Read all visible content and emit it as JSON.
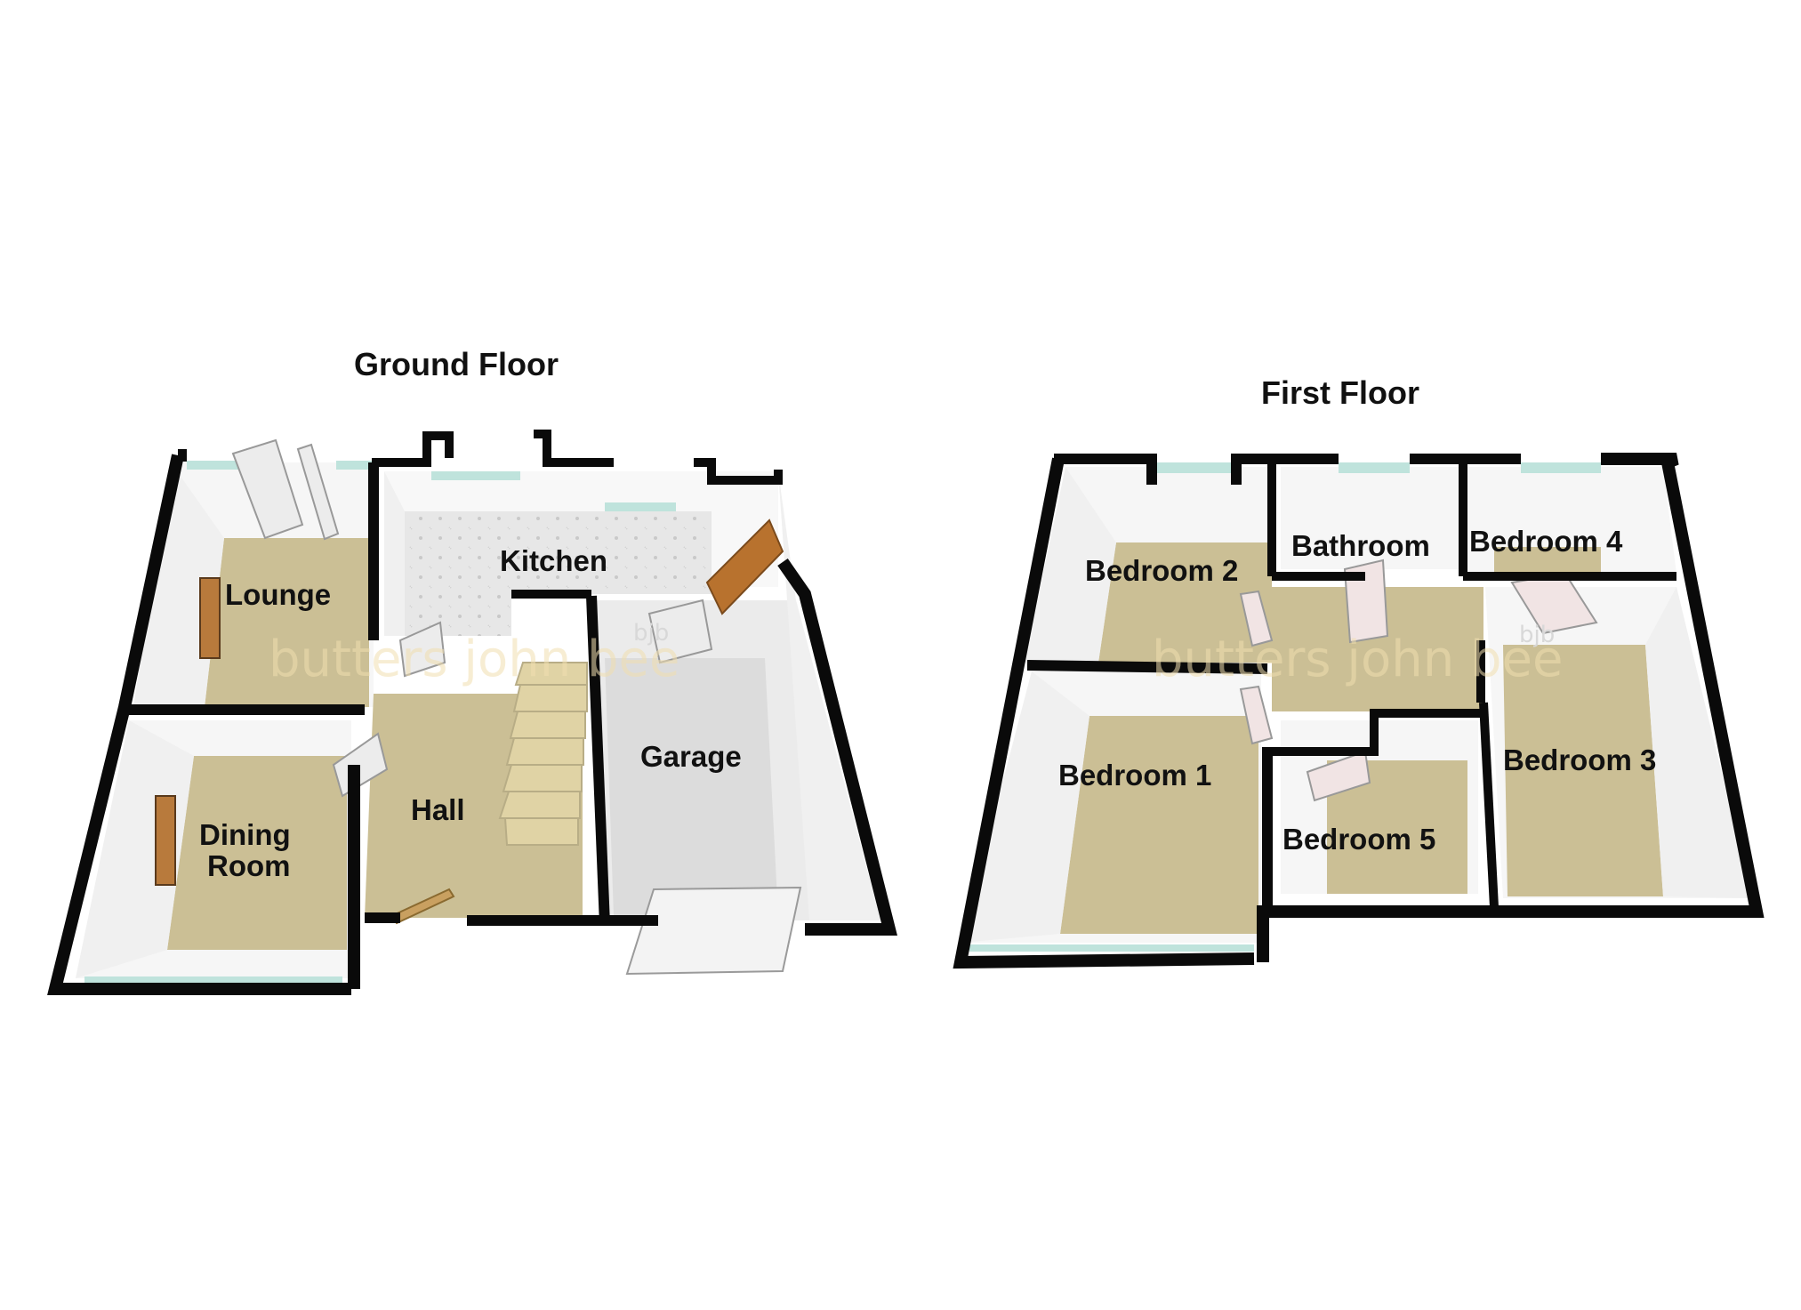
{
  "floors": {
    "ground": {
      "title": "Ground Floor",
      "rooms": {
        "lounge": "Lounge",
        "kitchen": "Kitchen",
        "dining_line1": "Dining",
        "dining_line2": "Room",
        "hall": "Hall",
        "garage": "Garage"
      }
    },
    "first": {
      "title": "First Floor",
      "rooms": {
        "bedroom1": "Bedroom 1",
        "bedroom2": "Bedroom 2",
        "bedroom3": "Bedroom 3",
        "bedroom4": "Bedroom 4",
        "bedroom5": "Bedroom 5",
        "bathroom": "Bathroom"
      }
    }
  },
  "watermark": {
    "text": "butters john bee",
    "mark": "bjb"
  },
  "colors": {
    "wall": "#0a0a0a",
    "carpet": "#cbbf95",
    "inner_wall": "#f4f4f4",
    "window": "#bfe3dc",
    "garage_floor": "#dedede",
    "kitchen_floor": "#e6e6e6",
    "door_wood": "#b8722e"
  }
}
